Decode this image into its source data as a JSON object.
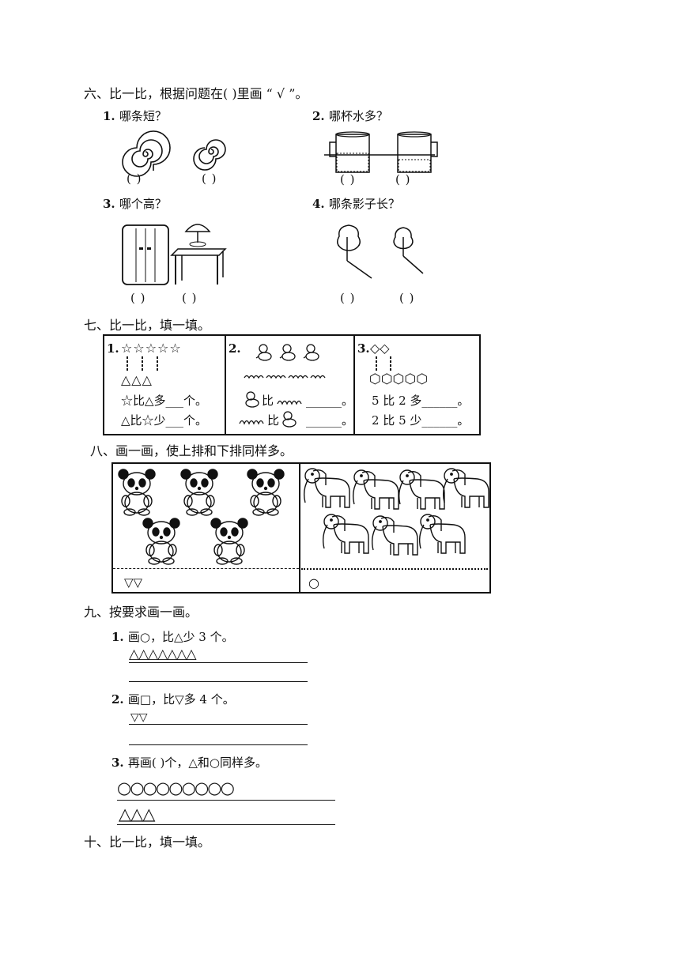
{
  "s6": {
    "title": "六、比一比，根据问题在(      )里画 “ √ ”。",
    "q1": {
      "num": "1.",
      "text": "哪条短？"
    },
    "q2": {
      "num": "2.",
      "text": "哪杯水多？"
    },
    "q3": {
      "num": "3.",
      "text": "哪个高？"
    },
    "q4": {
      "num": "4.",
      "text": "哪条影子长？"
    },
    "paren": "(    )"
  },
  "s7": {
    "title": "七、比一比，填一填。",
    "c1": {
      "num": "1.",
      "stars": "☆☆☆☆☆",
      "tris": "△△△",
      "l1": "☆比△多___个。",
      "l2": "△比☆少___个。"
    },
    "c2": {
      "num": "2.",
      "l1_mid": "比",
      "l1_end": "______。",
      "l2_mid": "比",
      "l2_end": "______。"
    },
    "c3": {
      "num": "3.",
      "diamonds": "◇◇",
      "hexes": "⬡⬡⬡⬡⬡",
      "l1": "5 比 2 多______。",
      "l2": "2 比 5 少______。"
    }
  },
  "s8": {
    "title": "八、画一画，使上排和下排同样多。",
    "left_mark": "▽▽",
    "right_mark": "○"
  },
  "s9": {
    "title": "九、按要求画一画。",
    "q1": {
      "num": "1.",
      "text": "画○，比△少 3 个。",
      "row": "△△△△△△△"
    },
    "q2": {
      "num": "2.",
      "text": "画□，比▽多 4 个。",
      "row": "▽▽"
    },
    "q3": {
      "num": "3.",
      "text": "再画(      )个，△和○同样多。",
      "row1": "○○○○○○○○○",
      "row2": "△△△"
    }
  },
  "s10": {
    "title": "十、比一比，填一填。"
  }
}
